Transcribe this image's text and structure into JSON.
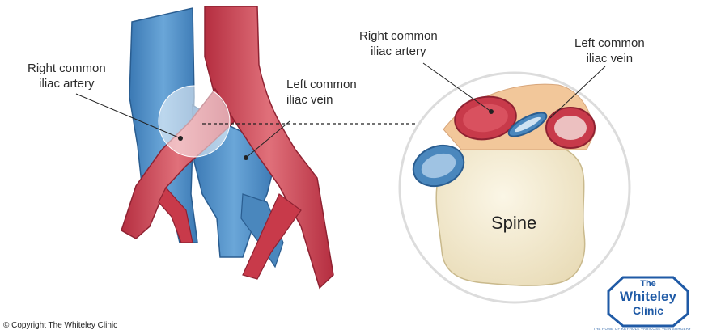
{
  "left_view": {
    "label_right_artery": [
      "Right common",
      "iliac artery"
    ],
    "label_left_vein": [
      "Left common",
      "iliac vein"
    ]
  },
  "cross_section": {
    "label_right_artery": [
      "Right common",
      "iliac artery"
    ],
    "label_left_vein": [
      "Left common",
      "iliac vein"
    ],
    "spine_label": "Spine"
  },
  "footer": {
    "copyright": "© Copyright The Whiteley Clinic"
  },
  "logo": {
    "line1": "The",
    "line2": "Whiteley",
    "line3": "Clinic",
    "tagline": "THE HOME OF KEYHOLE VARICOSE VEIN SURGERY"
  },
  "colors": {
    "artery": "#c83a4a",
    "vein": "#4a87bd",
    "spine": "#f4ecd4",
    "logo": "#1f5aa6"
  }
}
